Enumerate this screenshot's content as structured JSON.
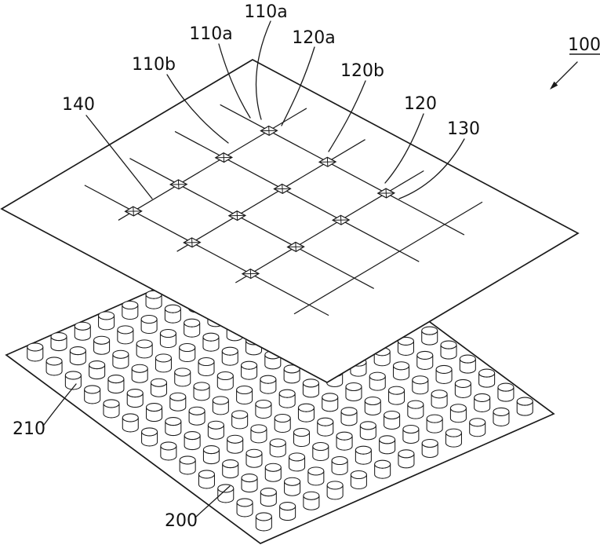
{
  "figure": {
    "kind": "patent exploded isometric diagram",
    "reference_numerals": [
      "100",
      "110a",
      "110a",
      "110b",
      "120a",
      "120b",
      "120",
      "130",
      "140",
      "200",
      "210"
    ]
  },
  "labels": {
    "ref_110a_top": {
      "text": "110a"
    },
    "ref_110a_left": {
      "text": "110a"
    },
    "ref_120a": {
      "text": "120a"
    },
    "ref_110b": {
      "text": "110b"
    },
    "ref_120b": {
      "text": "120b"
    },
    "ref_140": {
      "text": "140"
    },
    "ref_120": {
      "text": "120"
    },
    "ref_130": {
      "text": "130"
    },
    "ref_100": {
      "text": "100"
    },
    "ref_210": {
      "text": "210"
    },
    "ref_200": {
      "text": "200"
    }
  },
  "diagram": {
    "upper_plate": {
      "electrode_lines_per_direction": 4,
      "sensor_node_rows": 4,
      "sensor_node_cols": 3
    },
    "lower_plate": {
      "bump_rows": 12,
      "bump_cols": 13
    },
    "colors": {
      "ink": "#1a1a1a",
      "paper": "#ffffff"
    }
  }
}
